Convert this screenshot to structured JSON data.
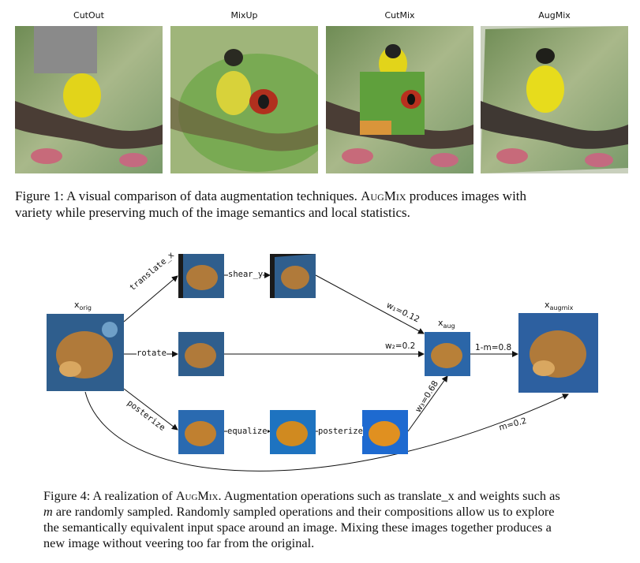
{
  "figure1": {
    "panels": [
      {
        "title": "CutOut"
      },
      {
        "title": "MixUp"
      },
      {
        "title": "CutMix"
      },
      {
        "title": "AugMix"
      }
    ],
    "caption_prefix": "Figure 1: A visual comparison of data augmentation techniques. ",
    "caption_sc": "AugMix",
    "caption_rest": " produces images with",
    "caption_line2": "variety while preserving much of the image semantics and local statistics."
  },
  "figure4": {
    "nodes": {
      "orig_base": "x",
      "orig_sub": "orig",
      "aug_base": "x",
      "aug_sub": "aug",
      "augmix_base": "x",
      "augmix_sub": "augmix"
    },
    "ops": {
      "translate_x": "translate_x",
      "shear_y": "shear_y",
      "rotate": "rotate",
      "posterize1": "posterize",
      "equalize": "equalize",
      "posterize2": "posterize"
    },
    "weights": {
      "w1": "w₁=0.12",
      "w2": "w₂=0.2",
      "w3": "w₃=0.68",
      "one_minus_m": "1-m=0.8",
      "m": "m=0.2"
    },
    "caption_line1_a": "Figure 4: A realization of ",
    "caption_line1_sc": "AugMix",
    "caption_line1_b": ". Augmentation operations such as translate_x and weights such as",
    "caption_line2_m": "m",
    "caption_line2_rest": " are randomly sampled. Randomly sampled operations and their compositions allow us to explore",
    "caption_line3": "the semantically equivalent input space around an image. Mixing these images together produces a",
    "caption_line4": "new image without veering too far from the original."
  }
}
